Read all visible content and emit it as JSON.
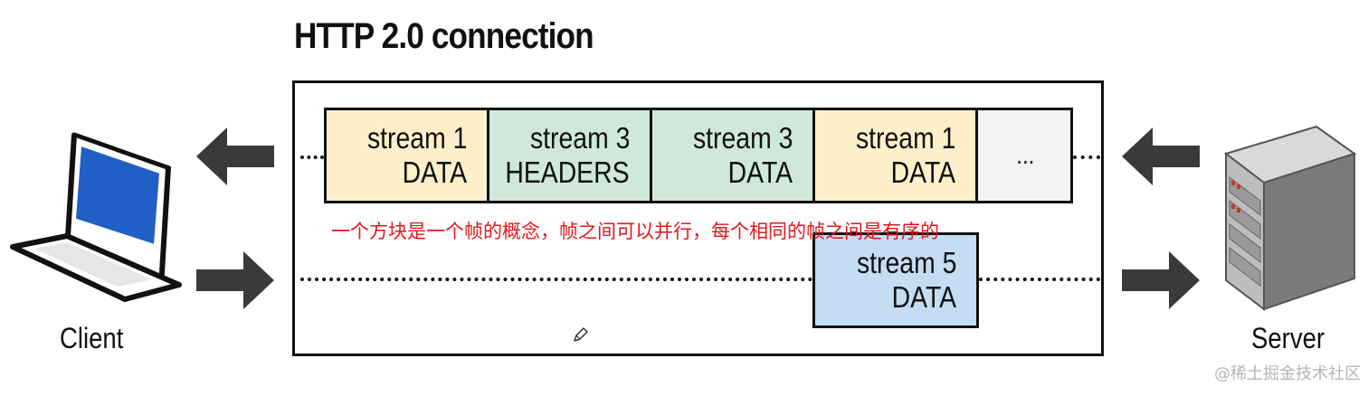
{
  "title": "HTTP 2.0 connection",
  "top_row": [
    {
      "line1": "stream 1",
      "line2": "DATA",
      "color": "#fcefc9"
    },
    {
      "line1": "stream 3",
      "line2": "HEADERS",
      "color": "#cfe8da"
    },
    {
      "line1": "stream 3",
      "line2": "DATA",
      "color": "#cfe8da"
    },
    {
      "line1": "stream 1",
      "line2": "DATA",
      "color": "#fcefc9"
    },
    {
      "line1": "...",
      "line2": "",
      "color": "#f2f2f2"
    }
  ],
  "bottom_row": [
    {
      "line1": "stream 5",
      "line2": "DATA",
      "color": "#c5ddf3"
    }
  ],
  "annotation": "一个方块是一个帧的概念，帧之间可以并行，每个相同的帧之间是有序的",
  "client_label": "Client",
  "server_label": "Server",
  "watermark": "@稀土掘金技术社区",
  "colors": {
    "annotation": "#e3161b",
    "arrow": "#3a3a3a",
    "outline": "#111111",
    "laptop_screen": "#1f5fc6"
  },
  "icons": {
    "client": "laptop-icon",
    "server": "server-tower-icon",
    "cursor": "pencil-cursor-icon"
  }
}
